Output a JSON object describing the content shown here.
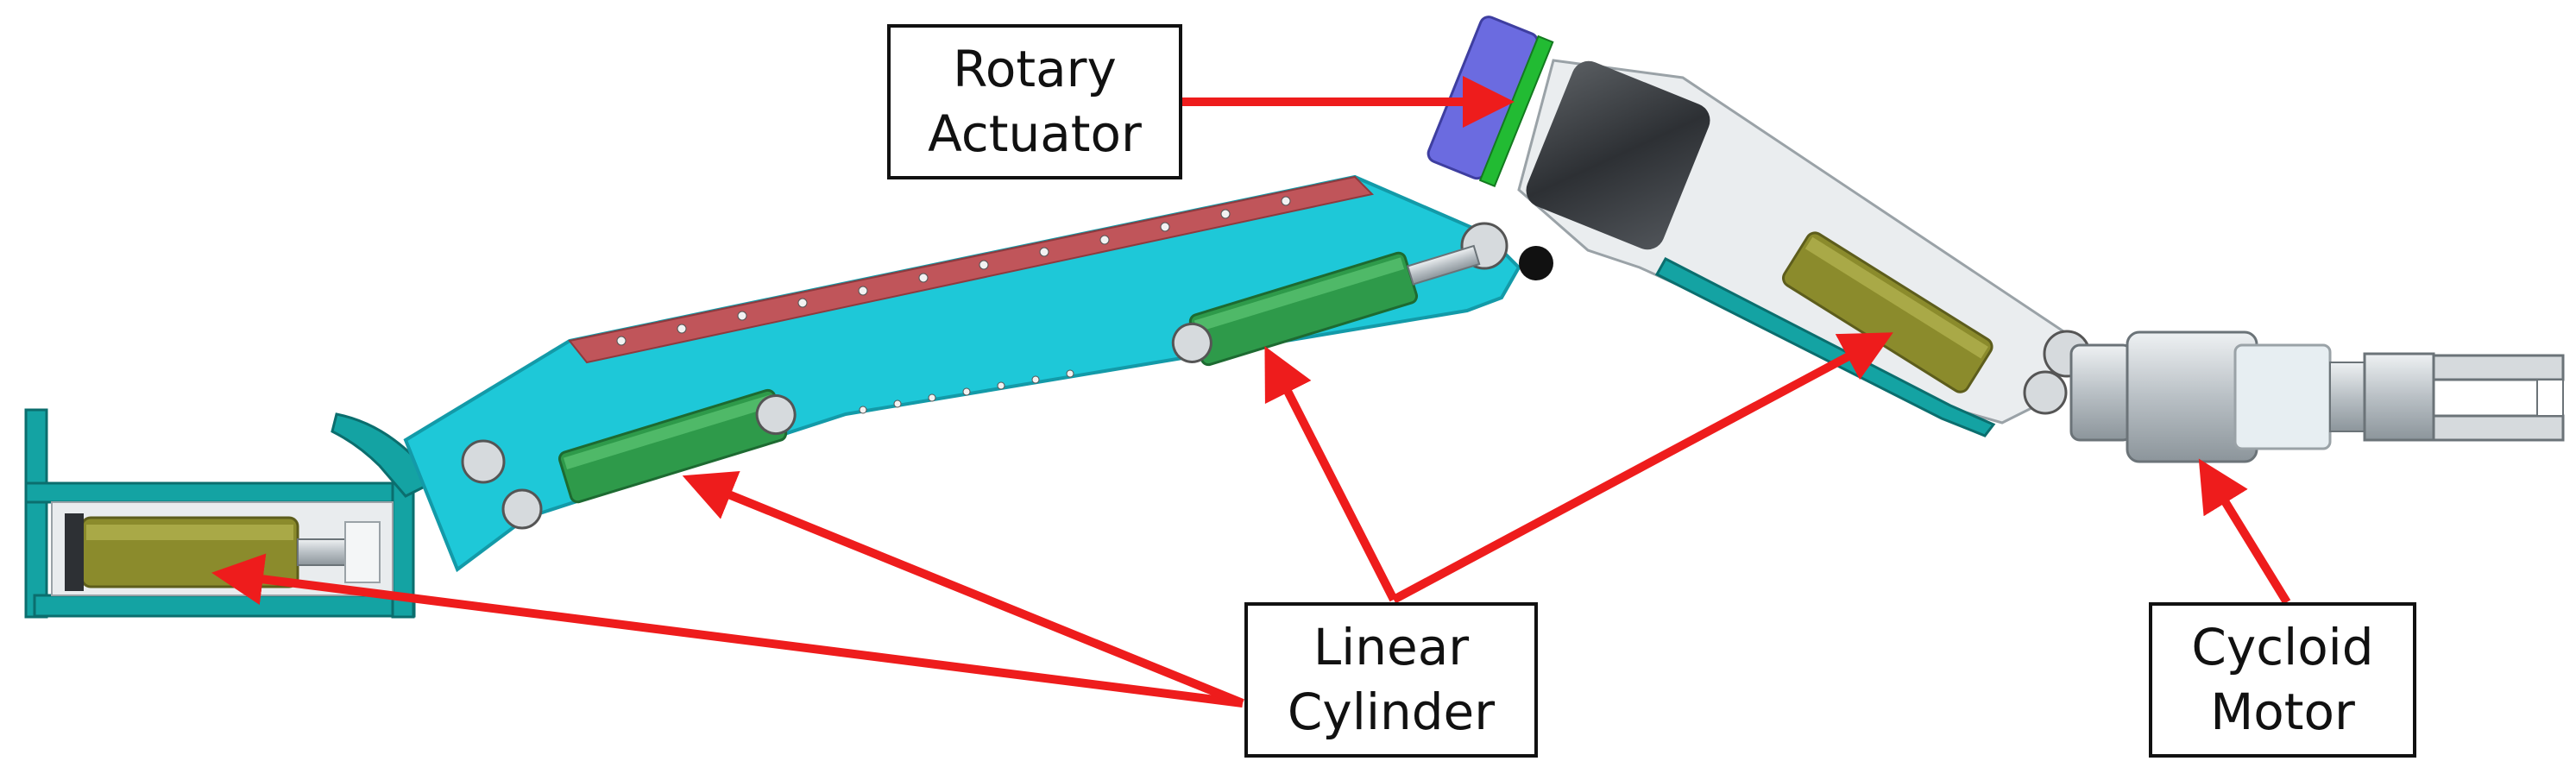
{
  "labels": {
    "rotary_actuator": {
      "line1": "Rotary",
      "line2": "Actuator"
    },
    "linear_cylinder": {
      "line1": "Linear",
      "line2": "Cylinder"
    },
    "cycloid_motor": {
      "line1": "Cycloid",
      "line2": "Motor"
    }
  },
  "colors": {
    "arrow": "#ee1c1c",
    "boom": "#1ec8d8",
    "boom_dark": "#139aa8",
    "cylinder": "#2e9a4a",
    "cylinder_olive": "#8b8b2c",
    "base": "#14a3a3",
    "actuator_blue": "#6b6be0",
    "actuator_green": "#22bb33",
    "metal": "#c9cfd3",
    "strip": "#c0555a"
  }
}
